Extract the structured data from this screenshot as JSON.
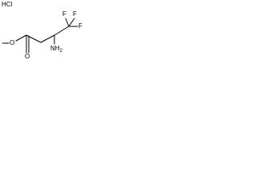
{
  "molecule": {
    "salt_label": "HCl",
    "atoms": {
      "methyl_oxygen": "O",
      "carbonyl_oxygen": "O",
      "amine": "NH",
      "amine_subscript": "2",
      "fluorine_top_left": "F",
      "fluorine_top_right": "F",
      "fluorine_right": "F"
    }
  }
}
